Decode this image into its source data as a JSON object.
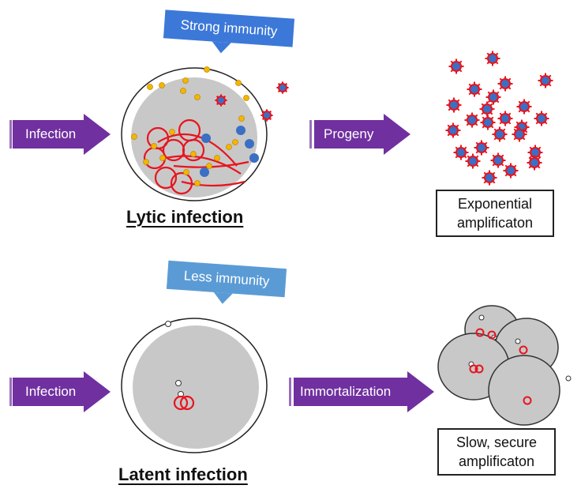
{
  "lytic": {
    "infection_arrow": "Infection",
    "immunity_callout": "Strong immunity",
    "progeny_arrow": "Progeny",
    "title": "Lytic infection",
    "result": [
      "Exponential",
      "amplificaton"
    ]
  },
  "latent": {
    "infection_arrow": "Infection",
    "immunity_callout": "Less immunity",
    "immortalization_arrow": "Immortalization",
    "title": "Latent infection",
    "result": [
      "Slow, secure",
      "amplificaton"
    ]
  },
  "colors": {
    "arrow_purple": "#7030a0",
    "strong_immunity_blue": "#3c78d8",
    "less_immunity_blue": "#5b9bd5",
    "viral_dna_red": "#e8141e",
    "protein_yellow": "#f2b705",
    "virion_blue": "#3a6fc4",
    "cell_gray": "#c8c8c8"
  }
}
